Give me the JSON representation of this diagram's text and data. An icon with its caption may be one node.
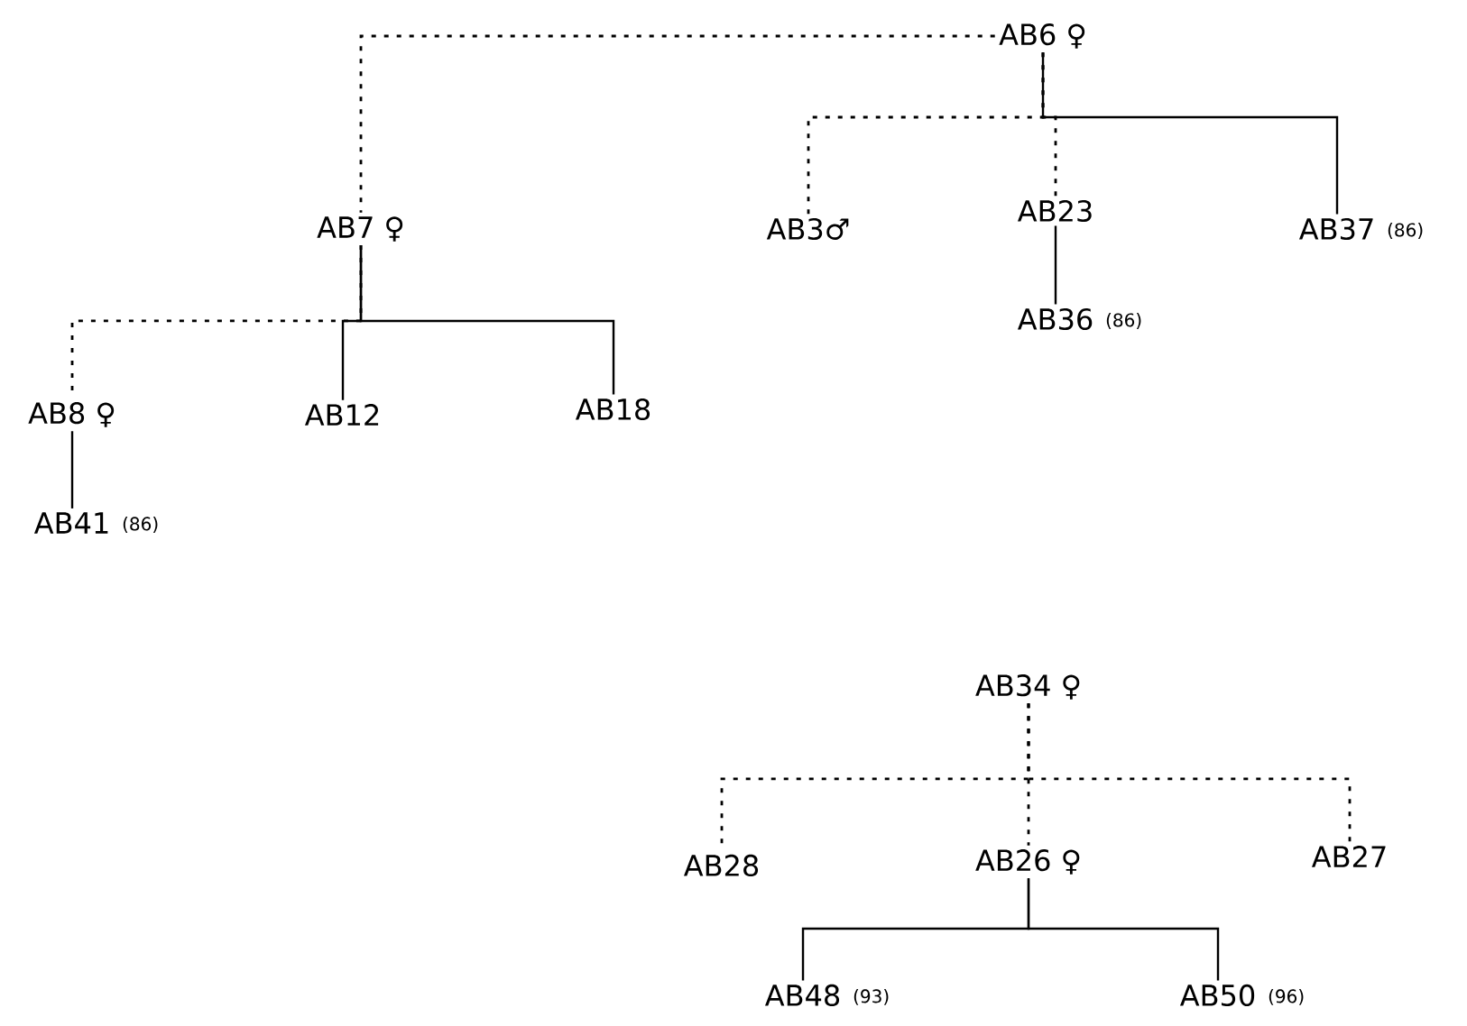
{
  "diagram": {
    "nodes": [
      {
        "text": [
          "AB6 ♀"
        ]
      },
      {
        "text": [
          "AB7 ♀"
        ]
      },
      {
        "text": [
          "AB3♂"
        ]
      },
      {
        "text": [
          "AB23"
        ]
      },
      {
        "text": [
          "AB37"
        ],
        "beside": [
          "(86)"
        ]
      },
      {
        "text": [
          "AB36"
        ],
        "beside": [
          "(86)"
        ]
      },
      {
        "text": [
          "AB8 ♀"
        ]
      },
      {
        "text": [
          "AB12"
        ]
      },
      {
        "text": [
          "AB18"
        ]
      },
      {
        "text": [
          "AB41"
        ],
        "beside": [
          "(86)"
        ]
      },
      {
        "text": [
          "AB34 ♀"
        ]
      },
      {
        "text": [
          "AB28"
        ]
      },
      {
        "text": [
          "AB26 ♀"
        ]
      },
      {
        "text": [
          "AB27"
        ]
      },
      {
        "text": [
          "AB48"
        ],
        "beside": [
          "(93)"
        ]
      },
      {
        "text": [
          "AB50"
        ],
        "beside": [
          "(96)"
        ]
      }
    ],
    "edges": [
      {
        "from": 0,
        "to": 1,
        "arrow": "none",
        "style": "dashed"
      },
      {
        "from": 0,
        "to": 2,
        "arrow": "none",
        "style": "dashed"
      },
      {
        "from": 0,
        "to": 3,
        "arrow": "none",
        "style": "dashed"
      },
      {
        "from": 0,
        "to": 4,
        "arrow": "none"
      },
      {
        "from": 3,
        "to": 5,
        "arrow": "none"
      },
      {
        "from": 1,
        "to": 6,
        "arrow": "none",
        "style": "dashed"
      },
      {
        "from": 1,
        "to": 7,
        "arrow": "none"
      },
      {
        "from": 1,
        "to": 8,
        "arrow": "none"
      },
      {
        "from": 6,
        "to": 9,
        "arrow": "none"
      },
      {
        "from": 10,
        "to": 11,
        "arrow": "none",
        "style": "dashed"
      },
      {
        "from": 10,
        "to": 12,
        "arrow": "none",
        "style": "dashed"
      },
      {
        "from": 10,
        "to": 13,
        "arrow": "none",
        "style": "dashed"
      },
      {
        "from": 12,
        "to": 14,
        "arrow": "none"
      },
      {
        "from": 12,
        "to": 15,
        "arrow": "none"
      }
    ]
  }
}
